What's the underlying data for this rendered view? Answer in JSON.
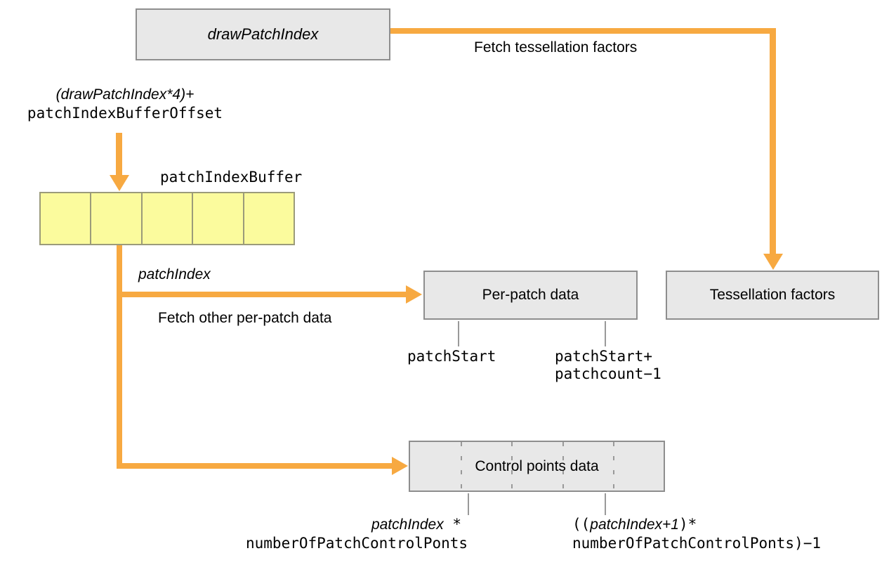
{
  "colors": {
    "orange": "#F7A941",
    "box_fill": "#E8E8E8",
    "box_border": "#8E8E8E",
    "yellow_fill": "#FBFB9D",
    "yellow_border": "#9B9B7A",
    "leader": "#999999"
  },
  "nodes": {
    "draw_patch_index": "drawPatchIndex",
    "per_patch_data": "Per-patch data",
    "tessellation_factors": "Tessellation factors",
    "control_points_data": "Control points data"
  },
  "edge_labels": {
    "fetch_tessellation_factors": "Fetch tessellation factors",
    "fetch_other_per_patch_data": "Fetch other per-patch data",
    "patch_index": "patchIndex"
  },
  "annotations": {
    "index_expression_line1": "(drawPatchIndex*4)+",
    "index_expression_line2": "patchIndexBufferOffset",
    "patch_index_buffer_title": "patchIndexBuffer",
    "per_patch_start": "patchStart",
    "per_patch_end_line1": "patchStart+",
    "per_patch_end_line2": "patchcount−1",
    "control_start_italic": "patchIndex",
    "control_start_star": " *",
    "control_start_line2": "numberOfPatchControlPonts",
    "control_end_open": "((",
    "control_end_italic": "patchIndex+1",
    "control_end_close": ")*",
    "control_end_line2": "numberOfPatchControlPonts)−1"
  },
  "patch_index_buffer": {
    "cell_count": 5
  },
  "control_points_box": {
    "segment_count": 5
  }
}
